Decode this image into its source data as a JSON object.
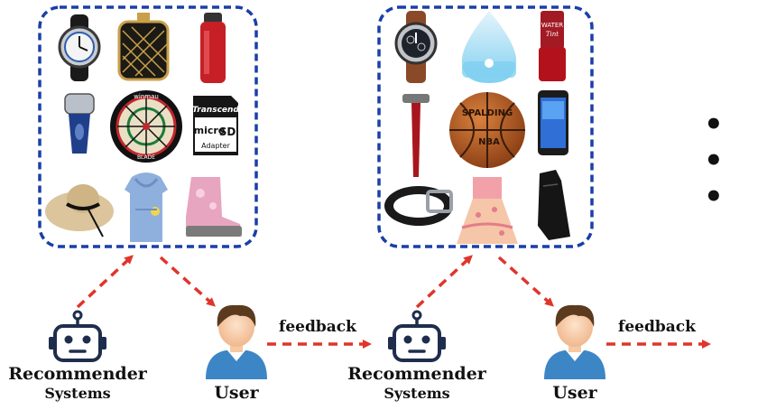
{
  "colors": {
    "frame": "#1a3fa8",
    "arrow": "#e0352b",
    "robot": "#1f2d4d",
    "user_shirt": "#3d86c6",
    "user_hair": "#5b3a1e",
    "user_skin": "#f6c9a3"
  },
  "labels": {
    "recommender_line1": "Recommender",
    "recommender_line2": "Systems",
    "user": "User",
    "feedback": "feedback",
    "continuation": "• • •"
  },
  "stage1": {
    "products": [
      {
        "name": "wristwatch",
        "icon": "watch-icon"
      },
      {
        "name": "perfume bottle",
        "icon": "perfume-icon"
      },
      {
        "name": "water bottle",
        "icon": "bottle-icon"
      },
      {
        "name": "electric shaver",
        "icon": "shaver-icon"
      },
      {
        "name": "dartboard",
        "icon": "dartboard-icon"
      },
      {
        "name": "microSD card",
        "icon": "sdcard-icon"
      },
      {
        "name": "sun hat",
        "icon": "hat-icon"
      },
      {
        "name": "bathrobe",
        "icon": "robe-icon"
      },
      {
        "name": "snow boot",
        "icon": "boot-icon"
      }
    ],
    "card_text": [
      "Transcend",
      "micro",
      "SD",
      "Adapter"
    ],
    "dart_text": [
      "winmau",
      "BLADE"
    ]
  },
  "stage2": {
    "products": [
      {
        "name": "wristwatch",
        "icon": "watch-icon"
      },
      {
        "name": "humidifier",
        "icon": "humidifier-icon"
      },
      {
        "name": "lip tint",
        "icon": "liptint-icon"
      },
      {
        "name": "razor",
        "icon": "razor-icon"
      },
      {
        "name": "basketball",
        "icon": "basketball-icon"
      },
      {
        "name": "smartphone",
        "icon": "phone-icon"
      },
      {
        "name": "belt",
        "icon": "belt-icon"
      },
      {
        "name": "dress",
        "icon": "dress-icon"
      },
      {
        "name": "dress shoe",
        "icon": "shoe-icon"
      }
    ],
    "ball_text": [
      "SPALDING",
      "NBA"
    ],
    "tint_text": [
      "WATER",
      "Tint"
    ]
  }
}
